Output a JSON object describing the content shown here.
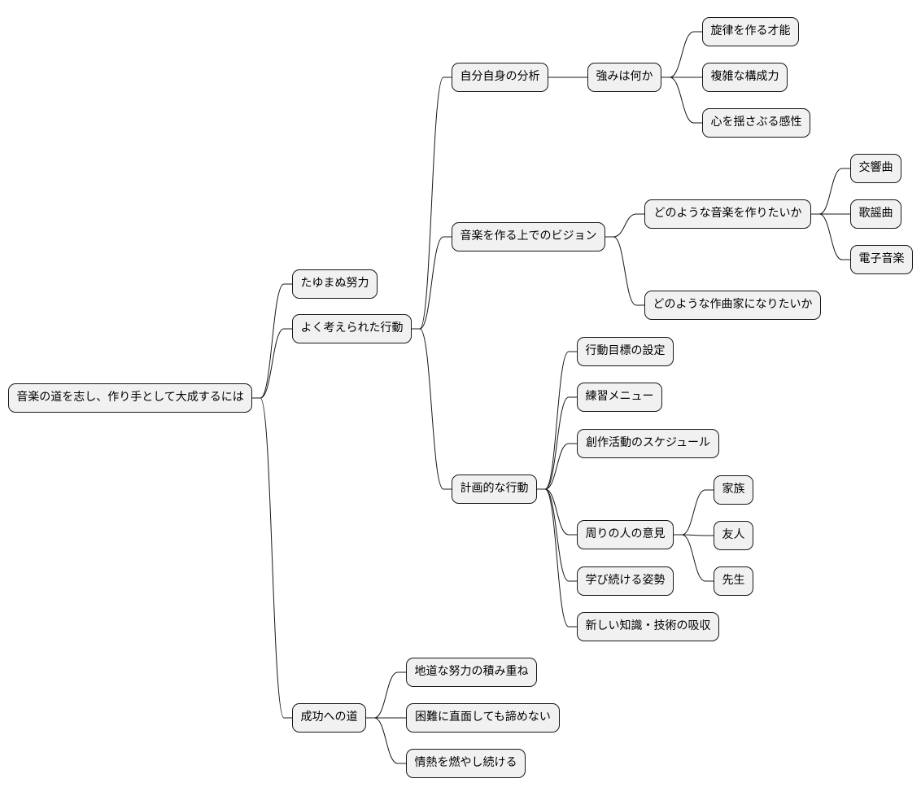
{
  "mindmap": {
    "root": "音楽の道を志し、作り手として大成するには",
    "branch_effort": "たゆまぬ努力",
    "branch_action": "よく考えられた行動",
    "self_analysis": "自分自身の分析",
    "strengths": "強みは何か",
    "strength_melody": "旋律を作る才能",
    "strength_structure": "複雑な構成力",
    "strength_emotion": "心を揺さぶる感性",
    "vision": "音楽を作る上でのビジョン",
    "vision_music": "どのような音楽を作りたいか",
    "music_symphony": "交響曲",
    "music_song": "歌謡曲",
    "music_electronic": "電子音楽",
    "vision_composer": "どのような作曲家になりたいか",
    "planned_action": "計画的な行動",
    "plan_goals": "行動目標の設定",
    "plan_practice": "練習メニュー",
    "plan_schedule": "創作活動のスケジュール",
    "plan_opinions": "周りの人の意見",
    "opinion_family": "家族",
    "opinion_friends": "友人",
    "opinion_teacher": "先生",
    "plan_learning": "学び続ける姿勢",
    "plan_knowledge": "新しい知識・技術の吸収",
    "branch_success": "成功への道",
    "success_steady": "地道な努力の積み重ね",
    "success_persist": "困難に直面しても諦めない",
    "success_passion": "情熱を燃やし続ける"
  }
}
